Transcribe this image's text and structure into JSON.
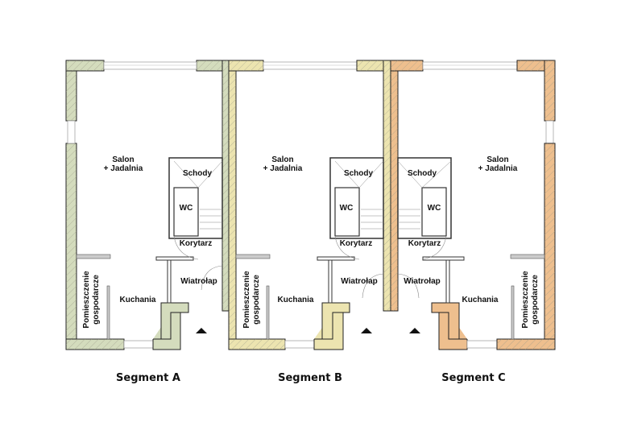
{
  "colors": {
    "segment_a_wall": "#d4dcbd",
    "segment_b_wall": "#ece4b0",
    "segment_c_wall": "#eebf8e",
    "wall_line": "#222222",
    "hatch": "#8a8a7a"
  },
  "segments": [
    {
      "id": "A",
      "label": "Segment A",
      "rooms": {
        "salon_line1": "Salon",
        "salon_line2": "+ Jadalnia",
        "schody": "Schody",
        "wc": "WC",
        "korytarz": "Korytarz",
        "wiatrolap": "Wiatrołap",
        "kuchnia": "Kuchania",
        "pom_line1": "Pomieszczenie",
        "pom_line2": "gospodarcze"
      },
      "entrance_icon": "entrance-triangle-icon"
    },
    {
      "id": "B",
      "label": "Segment B",
      "rooms": {
        "salon_line1": "Salon",
        "salon_line2": "+ Jadalnia",
        "schody": "Schody",
        "wc": "WC",
        "korytarz": "Korytarz",
        "wiatrolap": "Wiatrołap",
        "kuchnia": "Kuchania",
        "pom_line1": "Pomieszczenie",
        "pom_line2": "gospodarcze"
      },
      "entrance_icon": "entrance-triangle-icon"
    },
    {
      "id": "C",
      "label": "Segment C",
      "rooms": {
        "salon_line1": "Salon",
        "salon_line2": "+ Jadalnia",
        "schody": "Schody",
        "wc": "WC",
        "korytarz": "Korytarz",
        "wiatrolap": "Wiatrołap",
        "kuchnia": "Kuchania",
        "pom_line1": "Pomieszczenie",
        "pom_line2": "gospodarcze"
      },
      "entrance_icon": "entrance-triangle-icon"
    }
  ]
}
